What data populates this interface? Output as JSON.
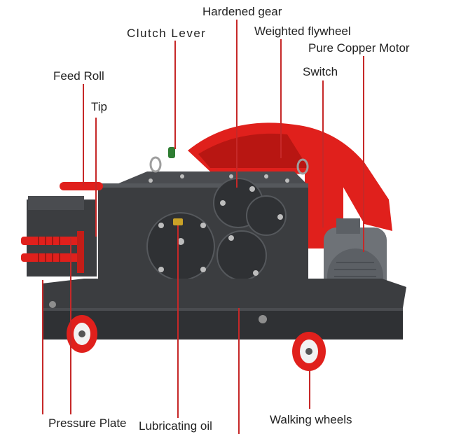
{
  "labels": {
    "hardened_gear": "Hardened gear",
    "clutch_lever": "Clutch Lever",
    "weighted_flywheel": "Weighted flywheel",
    "pure_copper_motor": "Pure Copper Motor",
    "switch": "Switch",
    "feed_roll": "Feed Roll",
    "tip": "Tip",
    "pressure_plate": "Pressure Plate",
    "lubricating_oil": "Lubricating oil",
    "walking_wheels": "Walking wheels"
  },
  "colors": {
    "leader_line": "#c62828",
    "machine_red": "#e0201c",
    "machine_dark": "#3b3d40",
    "text": "#222222"
  }
}
